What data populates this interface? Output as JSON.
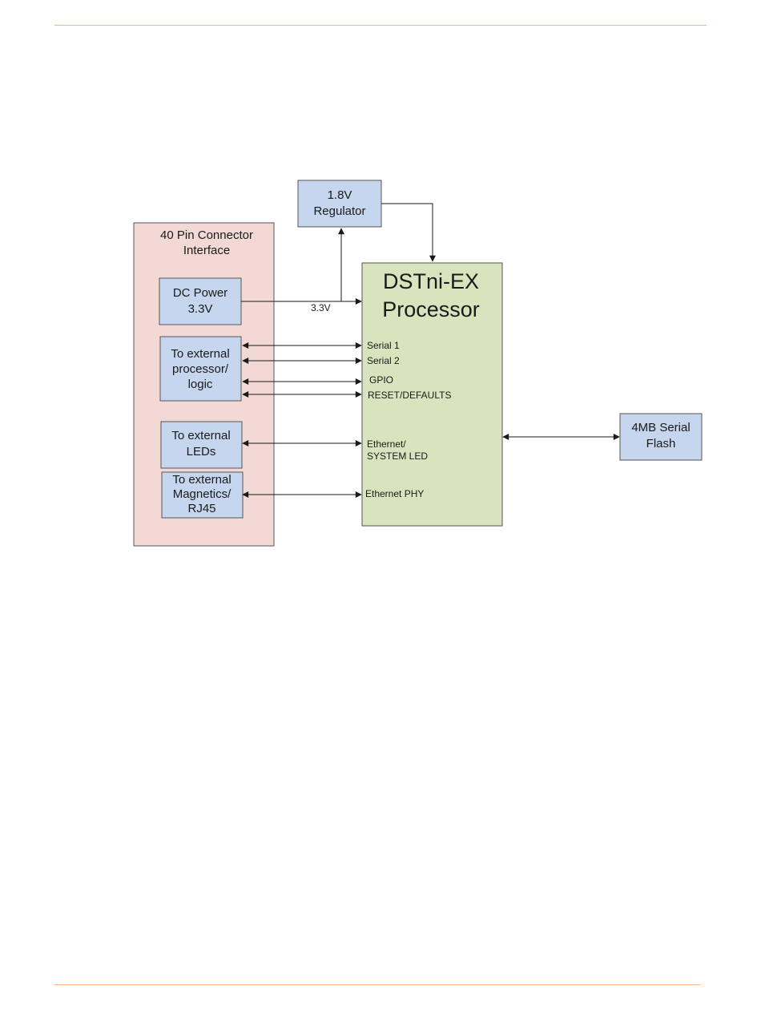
{
  "colors": {
    "rule": "#f0b38a",
    "connector_fill": "#f2d9d6",
    "block_fill": "#c5d6ee",
    "processor_fill": "#d9e4bf",
    "line": "#1a1a1a"
  },
  "connector": {
    "title_lines": [
      "40 Pin Connector",
      "Interface"
    ]
  },
  "regulator": {
    "lines": [
      "1.8V",
      "Regulator"
    ]
  },
  "processor": {
    "lines": [
      "DSTni-EX",
      "Processor"
    ]
  },
  "dc_power": {
    "lines": [
      "DC Power",
      "3.3V"
    ]
  },
  "ext_processor": {
    "lines": [
      "To external",
      "processor/",
      "logic"
    ]
  },
  "ext_leds": {
    "lines": [
      "To external",
      "LEDs"
    ]
  },
  "ext_magnetics": {
    "lines": [
      "To external",
      "Magnetics/",
      "RJ45"
    ]
  },
  "flash": {
    "lines": [
      "4MB Serial",
      "Flash"
    ]
  },
  "labels": {
    "voltage": "3.3V",
    "serial1": "Serial 1",
    "serial2": "Serial 2",
    "gpio": "GPIO",
    "reset": "RESET/DEFAULTS",
    "ethernet_led_1": "Ethernet/",
    "ethernet_led_2": "SYSTEM LED",
    "ethernet_phy": "Ethernet PHY"
  }
}
